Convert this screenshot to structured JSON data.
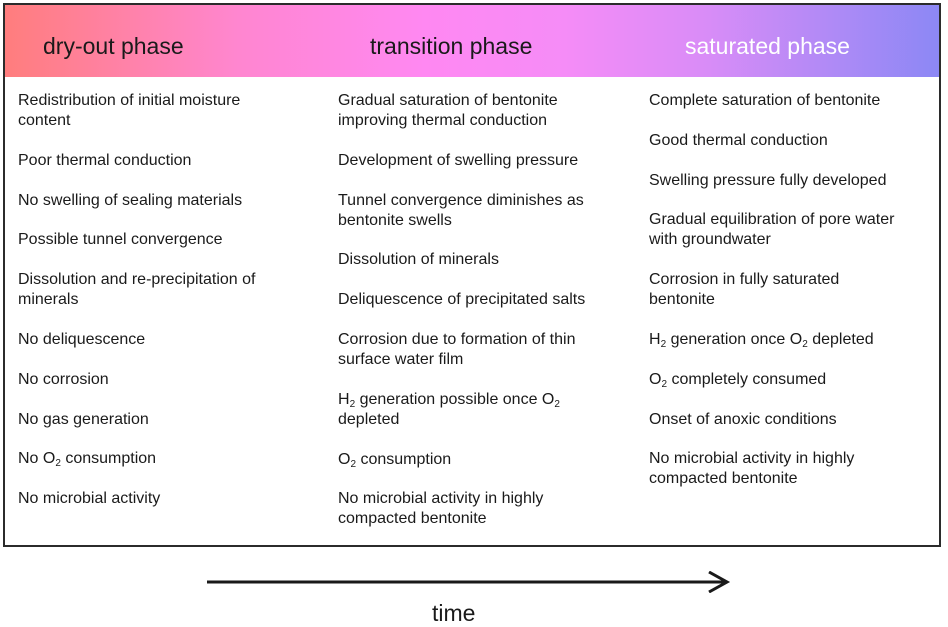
{
  "phases": [
    {
      "title": "dry-out phase",
      "items": [
        [
          "Redistribution of initial moisture",
          "content"
        ],
        [
          "Poor thermal conduction"
        ],
        [
          "No swelling of sealing materials"
        ],
        [
          "Possible tunnel convergence"
        ],
        [
          "Dissolution and re-precipitation of",
          "minerals"
        ],
        [
          "No deliquescence"
        ],
        [
          "No corrosion"
        ],
        [
          "No gas generation"
        ],
        [
          "No O|2| consumption"
        ],
        [
          "No microbial activity"
        ]
      ]
    },
    {
      "title": "transition phase",
      "items": [
        [
          "Gradual saturation of bentonite",
          "improving thermal conduction"
        ],
        [
          "Development of swelling pressure"
        ],
        [
          "Tunnel convergence diminishes as",
          "bentonite swells"
        ],
        [
          "Dissolution of minerals"
        ],
        [
          "Deliquescence of precipitated salts"
        ],
        [
          "Corrosion due to formation of thin",
          "surface water film"
        ],
        [
          "H|2| generation possible once O|2|",
          "depleted"
        ],
        [
          "O|2| consumption"
        ],
        [
          "No microbial activity in highly",
          "compacted bentonite"
        ]
      ]
    },
    {
      "title": "saturated phase",
      "items": [
        [
          "Complete saturation of bentonite"
        ],
        [
          "Good thermal conduction"
        ],
        [
          "Swelling pressure fully developed"
        ],
        [
          "Gradual equilibration of pore water",
          "with groundwater"
        ],
        [
          "Corrosion in fully saturated",
          "bentonite"
        ],
        [
          "H|2| generation once O|2| depleted"
        ],
        [
          "O|2| completely consumed"
        ],
        [
          "Onset of anoxic conditions"
        ],
        [
          "No microbial activity in highly",
          "compacted bentonite"
        ]
      ]
    }
  ],
  "axis": {
    "label": "time"
  }
}
